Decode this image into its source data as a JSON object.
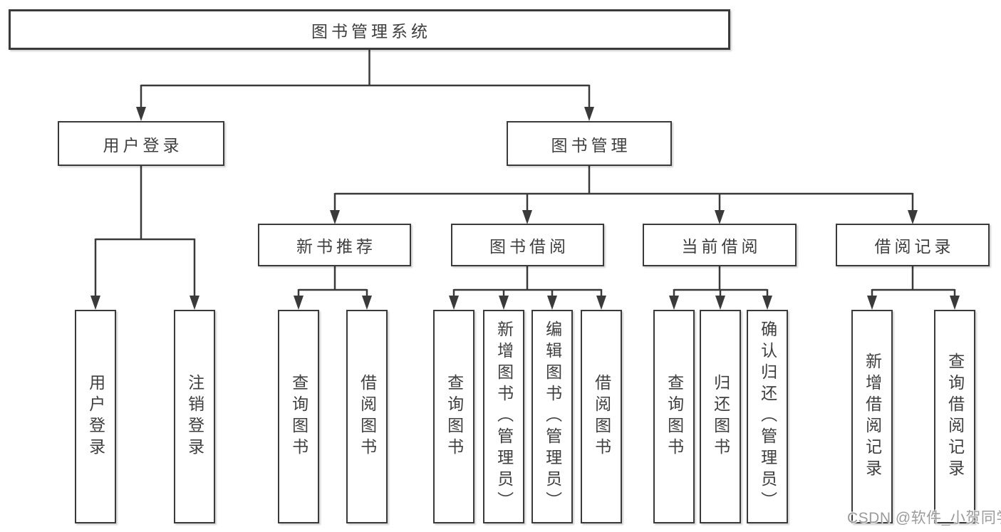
{
  "tree": {
    "label": "图书管理系统",
    "children": [
      {
        "label": "用户登录",
        "children": [
          {
            "label": "用户登录"
          },
          {
            "label": "注销登录"
          }
        ]
      },
      {
        "label": "图书管理",
        "children": [
          {
            "label": "新书推荐",
            "children": [
              {
                "label": "查询图书"
              },
              {
                "label": "借阅图书"
              }
            ]
          },
          {
            "label": "图书借阅",
            "children": [
              {
                "label": "查询图书"
              },
              {
                "label": "新增图书（管理员）"
              },
              {
                "label": "编辑图书（管理员）"
              },
              {
                "label": "借阅图书"
              }
            ]
          },
          {
            "label": "当前借阅",
            "children": [
              {
                "label": "查询图书"
              },
              {
                "label": "归还图书"
              },
              {
                "label": "确认归还（管理员）"
              }
            ]
          },
          {
            "label": "借阅记录",
            "children": [
              {
                "label": "新增借阅记录"
              },
              {
                "label": "查询借阅记录"
              }
            ]
          }
        ]
      }
    ]
  },
  "watermark": {
    "text": "CSDN @软件_小贺同学"
  },
  "colors": {
    "line": "#3a3a3a",
    "box_border": "#3a3a3a",
    "text": "#3f3f3f",
    "watermark": "#9b9b9b",
    "background": "#ffffff"
  }
}
